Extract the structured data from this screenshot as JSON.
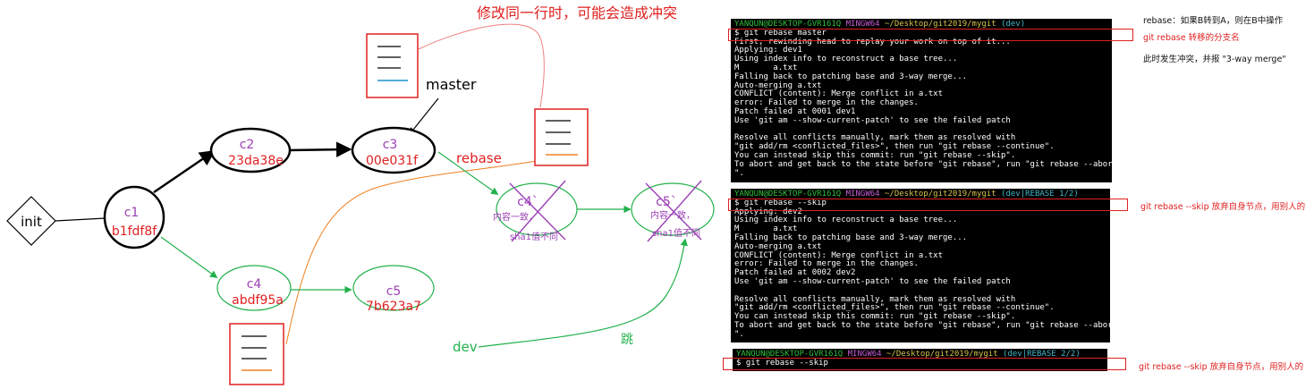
{
  "diagram": {
    "title": "修改同一行时，可能会造成冲突",
    "init_label": "init",
    "master_label": "master",
    "rebase_label": "rebase",
    "dev_label": "dev",
    "jump_label": "跳",
    "nodes": [
      {
        "id": "c1",
        "name": "c1",
        "hash": "b1fdf8f"
      },
      {
        "id": "c2",
        "name": "c2",
        "hash": "23da38e"
      },
      {
        "id": "c3",
        "name": "c3",
        "hash": "00e031f"
      },
      {
        "id": "c4",
        "name": "c4",
        "hash": "abdf95a"
      },
      {
        "id": "c5",
        "name": "c5",
        "hash": "7b623a7"
      },
      {
        "id": "c4p",
        "name": "c4`",
        "hash": ""
      },
      {
        "id": "c5p",
        "name": "c5`",
        "hash": ""
      }
    ],
    "rebased_note_line1": "内容一致，",
    "rebased_note_line2": "sha1值不同",
    "colors": {
      "black": "#000000",
      "red": "#e02020",
      "green": "#22b14c",
      "purple": "#9b3fb5",
      "orange": "#f08020",
      "blue": "#1e90d0",
      "pink": "#f08080"
    }
  },
  "terminal1": {
    "prompt": {
      "user": "YANQUN@DESKTOP-GVR161Q",
      "shell": "MINGW64",
      "path": "~/Desktop/git2019/mygit",
      "branch": "(dev)"
    },
    "command": "$ git rebase master",
    "output": [
      "First, rewinding head to replay your work on top of it...",
      "Applying: dev1",
      "Using index info to reconstruct a base tree...",
      "M       a.txt",
      "Falling back to patching base and 3-way merge...",
      "Auto-merging a.txt",
      "CONFLICT (content): Merge conflict in a.txt",
      "error: Failed to merge in the changes.",
      "Patch failed at 0001 dev1",
      "Use 'git am --show-current-patch' to see the failed patch",
      "",
      "Resolve all conflicts manually, mark them as resolved with",
      "\"git add/rm <conflicted_files>\", then run \"git rebase --continue\".",
      "You can instead skip this commit: run \"git rebase --skip\".",
      "To abort and get back to the state before \"git rebase\", run \"git rebase --abort",
      "\"."
    ]
  },
  "terminal2": {
    "prompt": {
      "user": "YANQUN@DESKTOP-GVR161Q",
      "shell": "MINGW64",
      "path": "~/Desktop/git2019/mygit",
      "branch": "(dev|REBASE 1/2)"
    },
    "command": "$ git rebase --skip",
    "output": [
      "Applying: dev2",
      "Using index info to reconstruct a base tree...",
      "M       a.txt",
      "Falling back to patching base and 3-way merge...",
      "Auto-merging a.txt",
      "CONFLICT (content): Merge conflict in a.txt",
      "error: Failed to merge in the changes.",
      "Patch failed at 0002 dev2",
      "Use 'git am --show-current-patch' to see the failed patch",
      "",
      "Resolve all conflicts manually, mark them as resolved with",
      "\"git add/rm <conflicted_files>\", then run \"git rebase --continue\".",
      "You can instead skip this commit: run \"git rebase --skip\".",
      "To abort and get back to the state before \"git rebase\", run \"git rebase --abort",
      "\"."
    ]
  },
  "terminal3": {
    "prompt": {
      "user": "YANQUN@DESKTOP-GVR161Q",
      "shell": "MINGW64",
      "path": "~/Desktop/git2019/mygit",
      "branch": "(dev|REBASE 2/2)"
    },
    "command": "$ git rebase --skip"
  },
  "notes": {
    "rebase_def": "rebase：如果B转到A，则在B中操作",
    "rebase_target": "git rebase 转移的分支名",
    "conflict_note": "此时发生冲突，并报 \"3-way merge\"",
    "skip_note_1": "git rebase --skip 放弃自身节点，用别人的",
    "skip_note_2": "git rebase --skip 放弃自身节点，用别人的"
  }
}
